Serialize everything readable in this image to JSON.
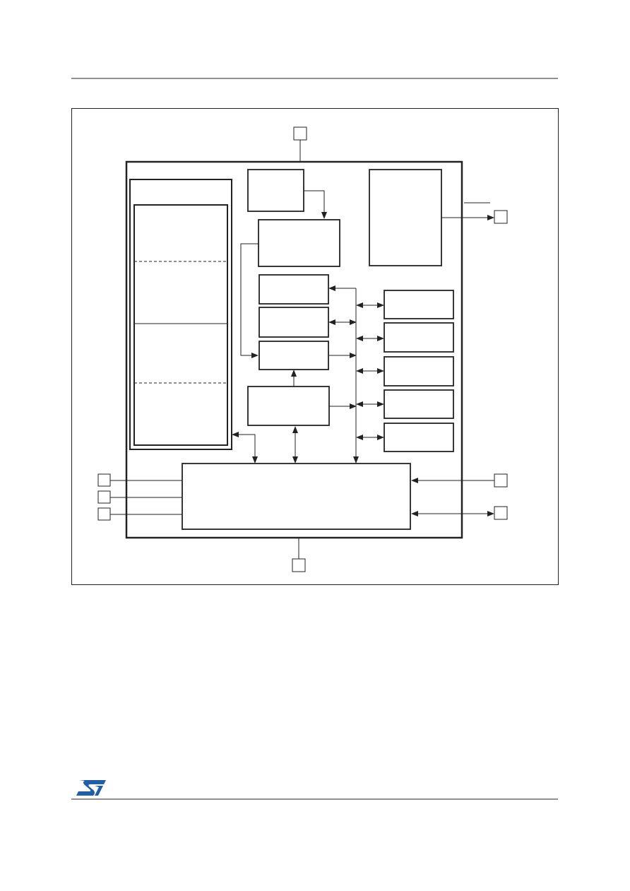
{
  "page": {
    "header_rule": true,
    "footer_rule": true
  },
  "logo": {
    "text": "ST",
    "color": "#1f5fa8",
    "icon": "st-logo-icon"
  },
  "diagram": {
    "labels": [],
    "line_color": "#222222",
    "blocks": [
      "outer-frame",
      "chip-boundary",
      "memory-block",
      "top-center-block",
      "top-right-block",
      "bus-interface-block",
      "peripheral-blocks",
      "core-logic-block",
      "io-pins"
    ]
  }
}
